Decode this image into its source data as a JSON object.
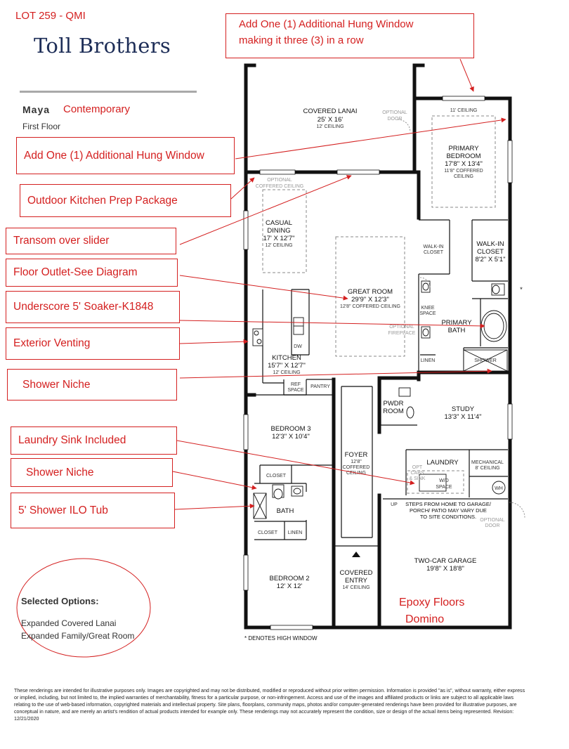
{
  "header": {
    "lot": "LOT 259 - QMI",
    "logo": "Toll Brothers",
    "model": "Maya",
    "style": "Contemporary",
    "floor": "First Floor"
  },
  "callouts": {
    "top": {
      "line1": "Add One (1) Additional Hung Window",
      "line2": "making it three (3) in a row"
    },
    "add_window": "Add One (1) Additional Hung Window",
    "outdoor_kitchen": "Outdoor Kitchen Prep Package",
    "transom": "Transom over slider",
    "floor_outlet": "Floor Outlet-See Diagram",
    "soaker": "Underscore 5' Soaker-K1848",
    "venting": "Exterior Venting",
    "shower_niche_1": "Shower Niche",
    "laundry_sink": "Laundry Sink Included",
    "shower_niche_2": "Shower Niche",
    "shower_ilo_tub": "5' Shower ILO Tub"
  },
  "rooms": {
    "lanai": {
      "name": "COVERED LANAI",
      "dims": "25' X 16'",
      "ceiling": "12' CEILING"
    },
    "optional_door_top": [
      "OPTIONAL",
      "DOOR"
    ],
    "optional_coffered": "OPTIONAL COFFERED CEILING",
    "primary_bedroom": {
      "ceiling_top": "11' CEILING",
      "line1": "PRIMARY",
      "line2": "BEDROOM",
      "dims": "17'8\" X 13'4\"",
      "ceiling1": "11'8\" COFFERED",
      "ceiling2": "CEILING"
    },
    "casual_dining": {
      "line1": "CASUAL",
      "line2": "DINING",
      "dims": "17' X 12'7\"",
      "ceiling": "12' CEILING"
    },
    "walkin_small": {
      "line1": "WALK-IN",
      "line2": "CLOSET"
    },
    "walkin_large": {
      "line1": "WALK-IN",
      "line2": "CLOSET",
      "dims": "8'2\" X 5'1\""
    },
    "great_room": {
      "name": "GREAT ROOM",
      "dims": "29'9\" X 12'3\"",
      "ceiling": "12'8\" COFFERED CEILING"
    },
    "knee_space": {
      "line1": "KNEE",
      "line2": "SPACE"
    },
    "optional_fireplace": {
      "line1": "OPTIONAL",
      "line2": "FIREPLACE"
    },
    "primary_bath": {
      "line1": "PRIMARY",
      "line2": "BATH"
    },
    "dw": "DW",
    "kitchen": {
      "name": "KITCHEN",
      "dims": "15'7\" X 12'7\"",
      "ceiling": "12' CEILING"
    },
    "linen_primary": "LINEN",
    "shower_primary": "SHOWER",
    "ref_space": {
      "line1": "REF",
      "line2": "SPACE"
    },
    "pantry": "PANTRY",
    "pwdr": {
      "line1": "PWDR",
      "line2": "ROOM"
    },
    "study": {
      "name": "STUDY",
      "dims": "13'3\" X 11'4\""
    },
    "bedroom3": {
      "name": "BEDROOM 3",
      "dims": "12'3\" X 10'4\""
    },
    "foyer": {
      "name": "FOYER",
      "dims": "12'8\"",
      "ceiling1": "COFFERED",
      "ceiling2": "CEILING"
    },
    "laundry": "LAUNDRY",
    "mechanical": {
      "name": "MECHANICAL",
      "ceiling": "8' CEILING"
    },
    "opt_cabs": {
      "line1": "OPT",
      "line2": "CABS",
      "line3": "& SINK"
    },
    "wd_space": {
      "line1": "W/D",
      "line2": "SPACE"
    },
    "wh": "WH",
    "closet_b3": "CLOSET",
    "bath": "BATH",
    "up": "UP",
    "steps_note": [
      "STEPS FROM HOME TO GARAGE/",
      "PORCH/ PATIO MAY VARY DUE",
      "TO SITE CONDITIONS."
    ],
    "optional_door_garage": [
      "OPTIONAL",
      "DOOR"
    ],
    "closet_b2": "CLOSET",
    "linen_b2": "LINEN",
    "garage": {
      "name": "TWO-CAR GARAGE",
      "dims": "19'8\" X 18'8\""
    },
    "covered_entry": {
      "line1": "COVERED",
      "line2": "ENTRY",
      "ceiling": "14' CEILING"
    },
    "bedroom2": {
      "name": "BEDROOM 2",
      "dims": "12' X 12'"
    },
    "high_window_marker": "*"
  },
  "selected_options": {
    "title": "Selected Options:",
    "items": [
      "Expanded Covered Lanai",
      "Expanded Family/Great Room"
    ]
  },
  "garage_notes": {
    "epoxy": "Epoxy Floors",
    "domino": "Domino"
  },
  "high_window_note": "* DENOTES HIGH WINDOW",
  "disclaimer": "These renderings are intended for illustrative purposes only. Images are copyrighted and may not be distributed, modified or reproduced without prior written permission. Information is provided \"as is\", without warranty, either express or implied, including, but not limited to, the implied warranties of merchantability, fitness for a particular purpose, or non-infringement. Access and use of the images and affiliated products or links are subject to all applicable laws relating to the use of web-based information, copyrighted materials and intellectual property. Site plans, floorplans, community maps, photos and/or computer-generated renderings have been provided for illustrative purposes, are conceptual in nature, and are merely an artist's rendition of actual products intended for example only. These renderings may not accurately represent the condition, size or design of the actual items being represented. Revision: 12/21/2020",
  "colors": {
    "annotation": "#d42020",
    "brand": "#1d2d57",
    "wall": "#111111"
  }
}
